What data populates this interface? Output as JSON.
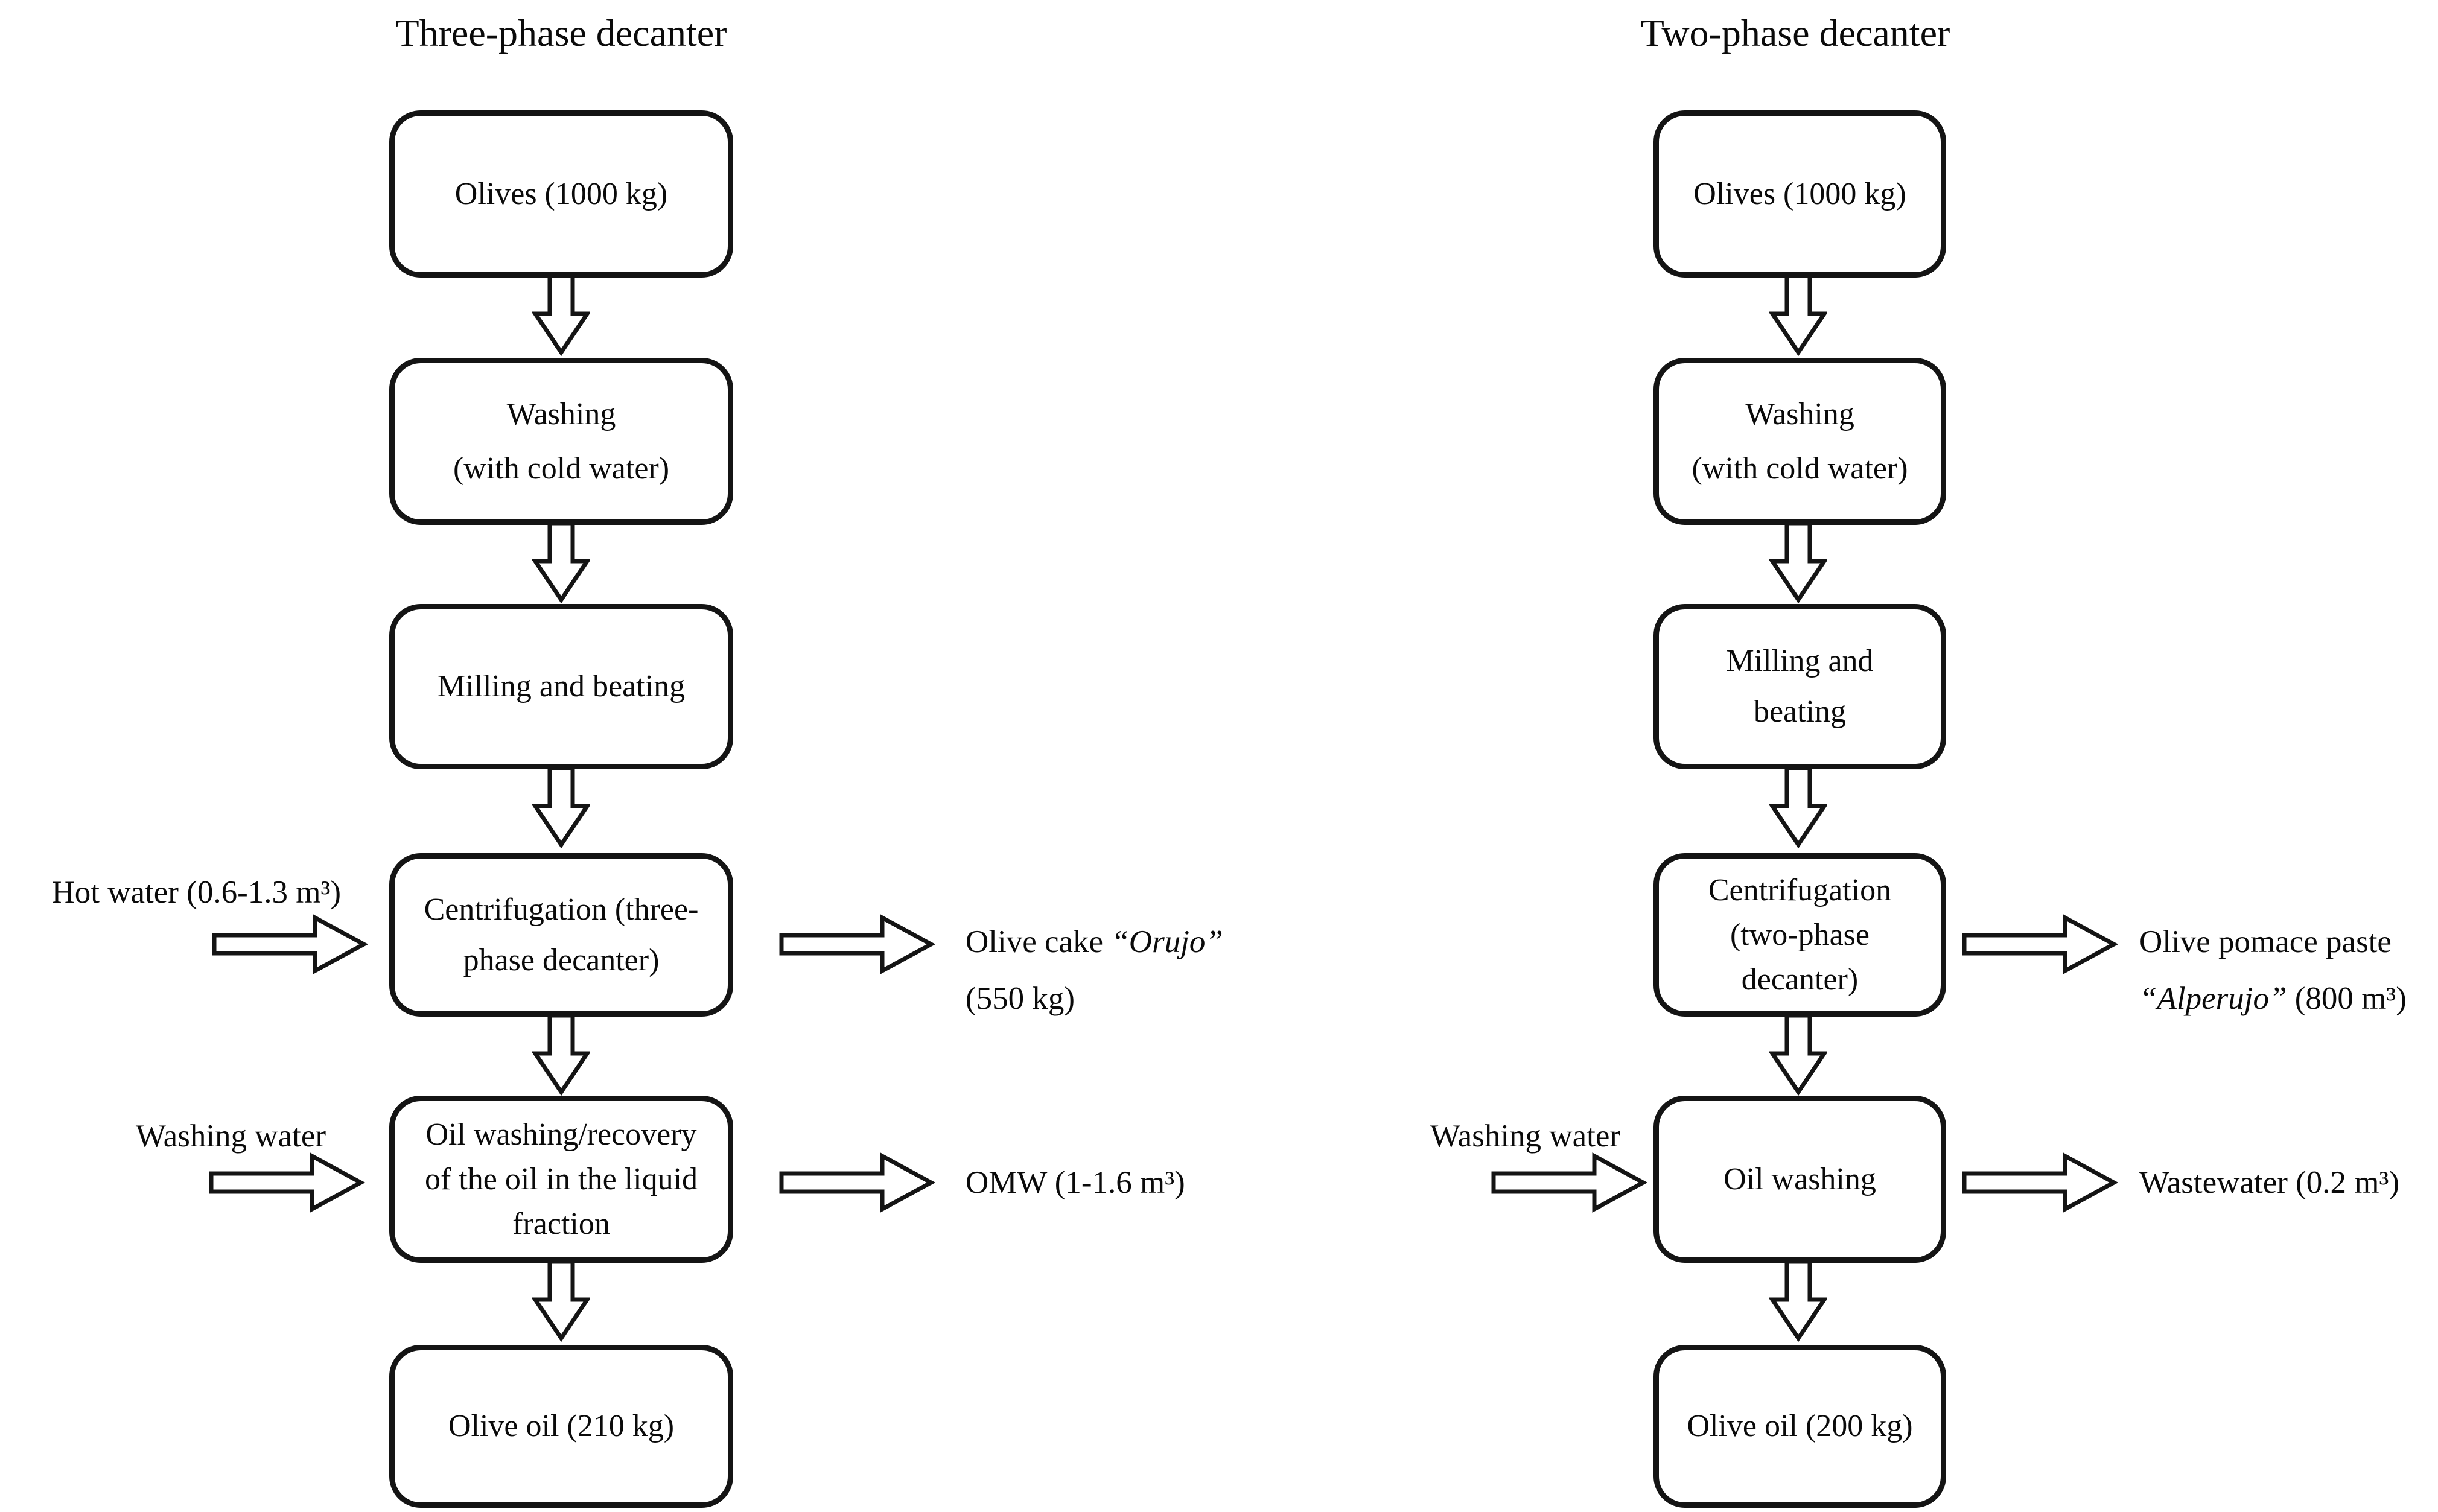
{
  "colors": {
    "ink": "#141414",
    "background": "#ffffff",
    "text": "#0a0a0a"
  },
  "left": {
    "title": "Three-phase decanter",
    "boxes": {
      "olives": "Olives (1000 kg)",
      "washing": [
        "Washing",
        "(with cold water)"
      ],
      "milling": "Milling and beating",
      "centrifugation": [
        "Centrifugation (three-",
        "phase decanter)"
      ],
      "oil_washing": [
        "Oil washing/recovery",
        "of the oil in the liquid",
        "fraction"
      ],
      "olive_oil": "Olive oil (210 kg)"
    },
    "inputs": {
      "hot_water": "Hot water (0.6-1.3 m³)",
      "washing_water": "Washing water"
    },
    "outputs": {
      "olive_cake_prefix": "Olive cake ",
      "olive_cake_name": "“Orujo”",
      "olive_cake_line2": "(550 kg)",
      "omw": "OMW (1-1.6 m³)"
    }
  },
  "right": {
    "title": "Two-phase decanter",
    "boxes": {
      "olives": "Olives (1000 kg)",
      "washing": [
        "Washing",
        "(with cold water)"
      ],
      "milling": [
        "Milling and",
        "beating"
      ],
      "centrifugation": [
        "Centrifugation",
        "(two-phase",
        "decanter)"
      ],
      "oil_washing": "Oil washing",
      "olive_oil": "Olive oil (200 kg)"
    },
    "inputs": {
      "washing_water": "Washing water"
    },
    "outputs": {
      "pomace_line1": "Olive pomace paste",
      "pomace_name": "“Alperujo”",
      "pomace_suffix": " (800 m³)",
      "wastewater": "Wastewater (0.2 m³)"
    }
  }
}
